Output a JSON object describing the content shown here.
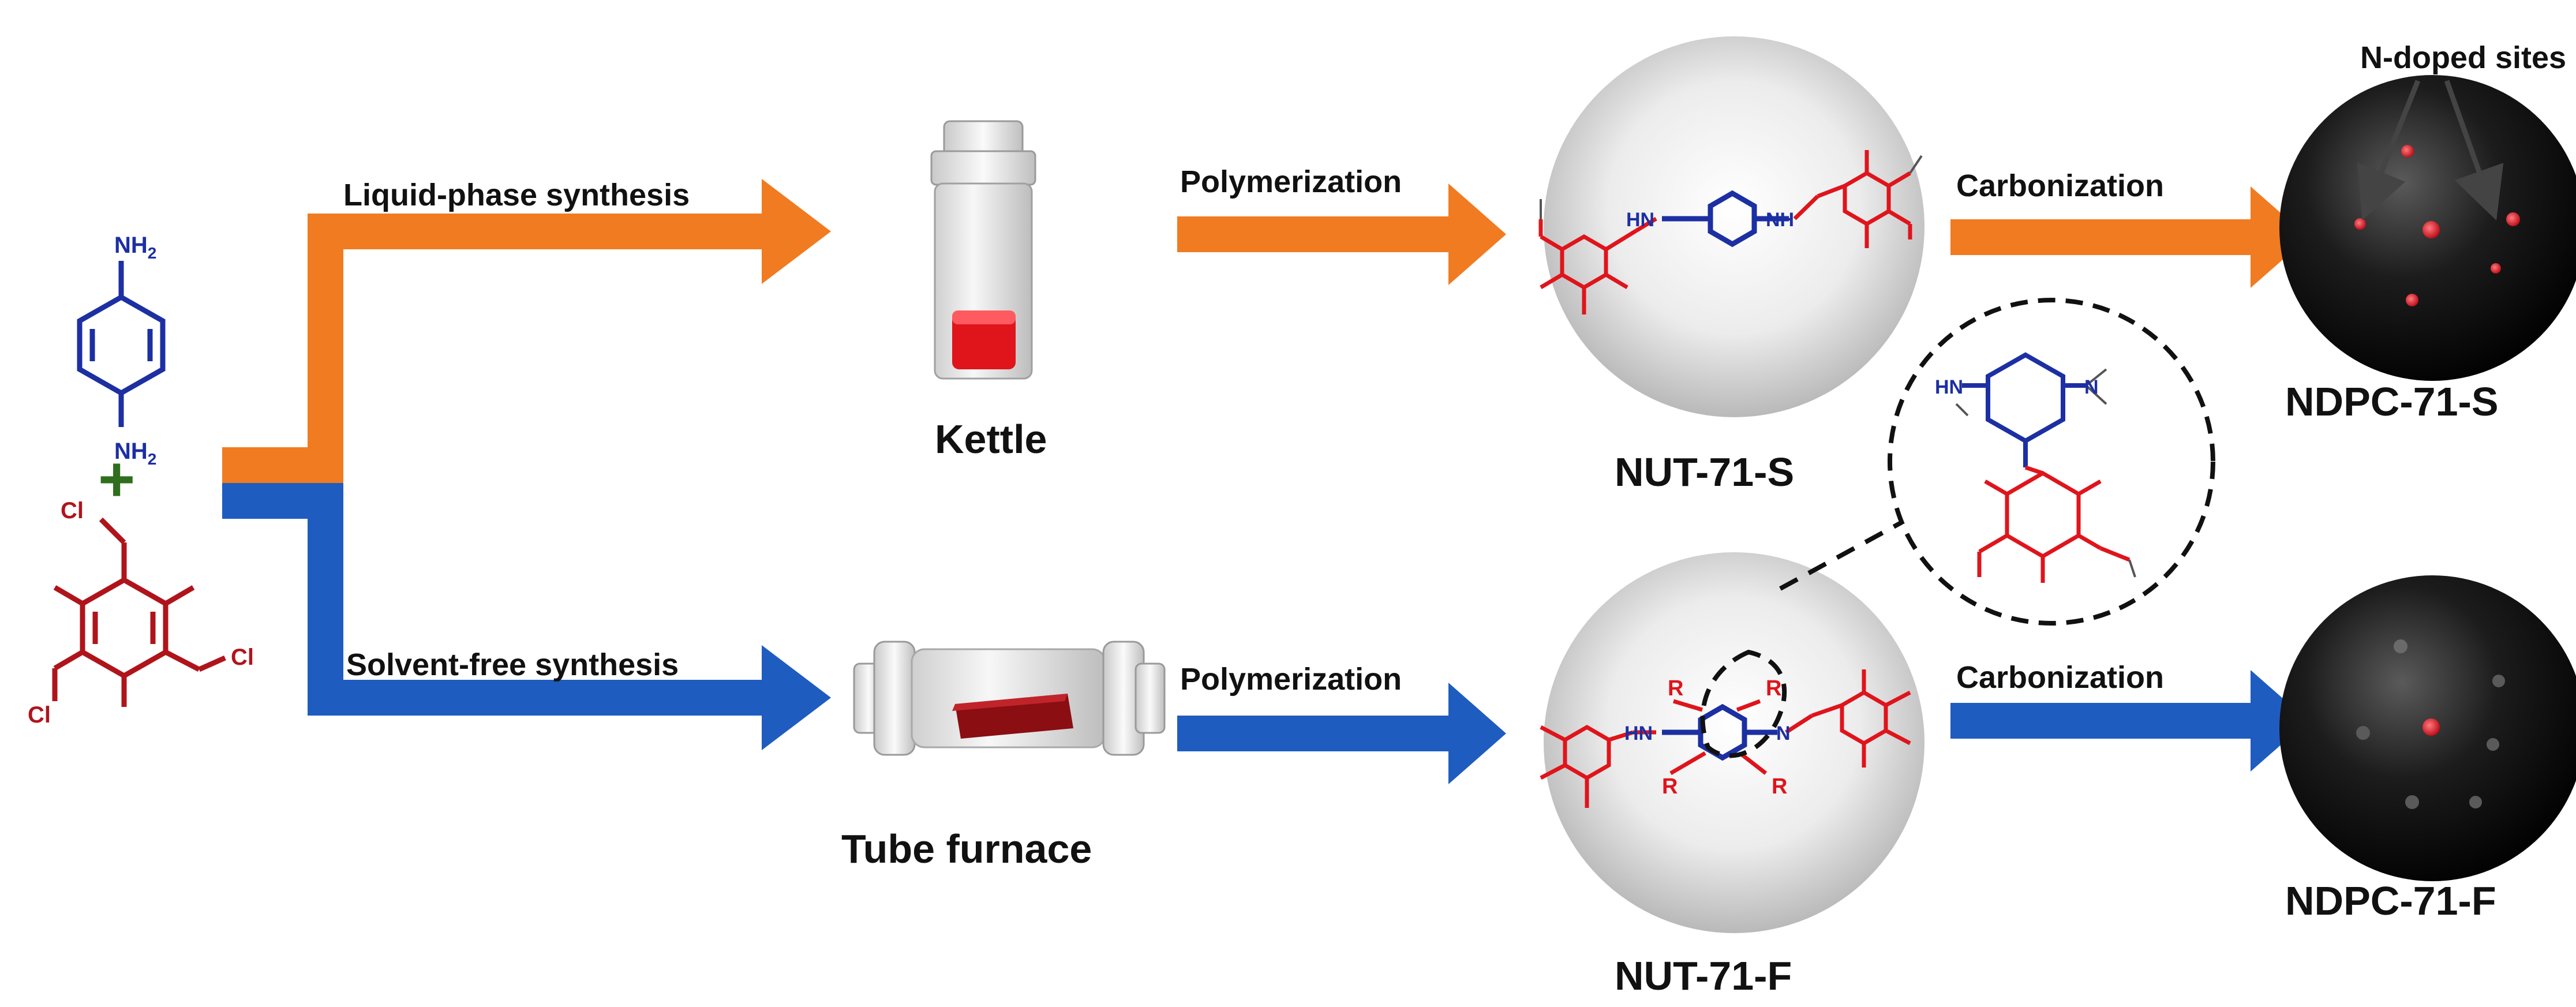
{
  "routes": {
    "liquid": "Liquid-phase synthesis",
    "solvent": "Solvent-free synthesis"
  },
  "steps": {
    "polymerization_top": "Polymerization",
    "polymerization_bottom": "Polymerization",
    "carbonization_top": "Carbonization",
    "carbonization_bottom": "Carbonization"
  },
  "reactors": {
    "kettle": "Kettle",
    "tube_furnace": "Tube furnace"
  },
  "products": {
    "polymer_s": "NUT-71-S",
    "polymer_f": "NUT-71-F",
    "carbon_s": "NDPC-71-S",
    "carbon_f": "NDPC-71-F"
  },
  "annotations": {
    "n_doped_sites": "N-doped sites"
  },
  "chem": {
    "nh2": "NH",
    "sub2": "2",
    "plus": "+",
    "cl": "Cl",
    "hn": "HN",
    "nh": "NH",
    "n": "N",
    "r": "R"
  },
  "colors": {
    "orange_route": "#f07b21",
    "blue_route": "#1f5cbf",
    "amine_blue": "#1c2fa3",
    "chloride_red": "#b0141b",
    "plus_green": "#2e6e1c",
    "sphere_black": "#0b0b0b",
    "dopant_red": "#e0202a"
  }
}
